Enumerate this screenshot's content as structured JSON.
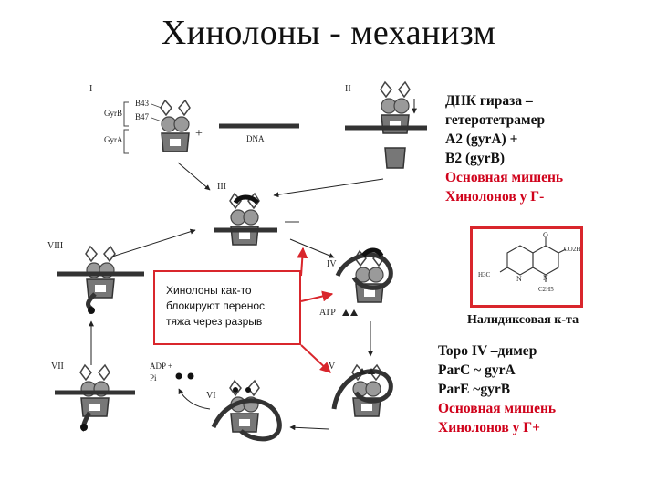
{
  "title": "Хинолоны -  механизм",
  "diagram_labels": {
    "stage_I": "I",
    "stage_II": "II",
    "stage_III": "III",
    "stage_IV": "IV",
    "stage_V": "V",
    "stage_VI": "VI",
    "stage_VII": "VII",
    "stage_VIII": "VIII",
    "b43": "B43",
    "b47": "B47",
    "gyrB": "GyrB",
    "gyrA": "GyrA",
    "plus": "+",
    "dna": "DNA",
    "atp": "ATP",
    "adp": "ADP +",
    "pi": "Pi"
  },
  "gyrase_info": {
    "line1": "ДНК гираза –",
    "line2": "гетеротетрамер",
    "line3": "А2 (gyrA) +",
    "line4": "В2 (gyrB)",
    "line5": "Основная мишень",
    "line6": "Хинолонов  у Г-"
  },
  "note": {
    "line1": "Хинолоны  как-то",
    "line2": "блокируют перенос",
    "line3": "тяжа через  разрыв"
  },
  "molecule": {
    "caption": "Налидиксовая к-та",
    "atom_o": "O",
    "atom_co2h": "CO2H",
    "atom_h3c": "H3C",
    "atom_n1": "N",
    "atom_n2": "N",
    "atom_c2h5": "C2H5"
  },
  "topo_info": {
    "line1": "Topo IV –димер",
    "line2": "ParC ~ gyrA",
    "line3": "ParE ~gyrB",
    "line4": "Основная мишень",
    "line5": "Хинолонов  у Г+"
  },
  "colors": {
    "accent_red": "#d9262c",
    "text_red": "#d0021b",
    "protein": "#888888",
    "dna": "#333333"
  }
}
